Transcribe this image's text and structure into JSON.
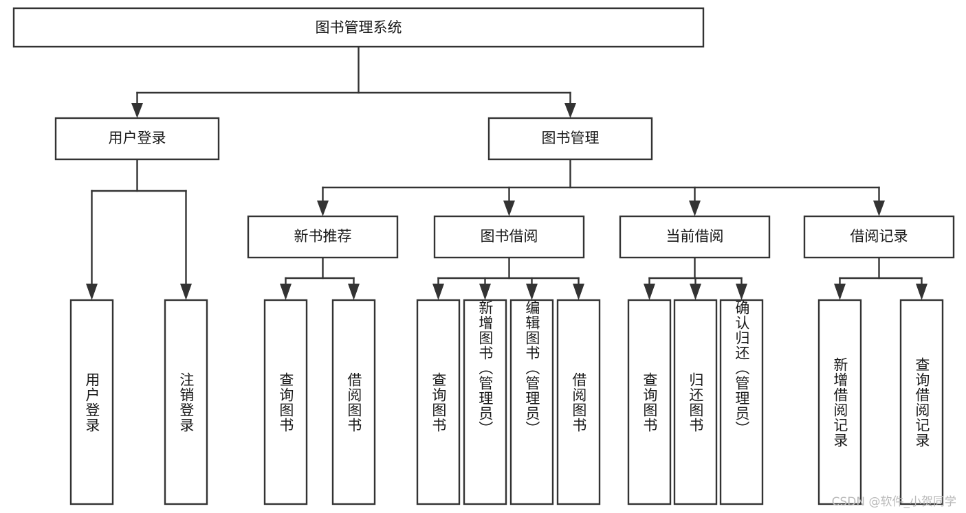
{
  "diagram": {
    "title": "图书管理系统",
    "type": "tree",
    "root": {
      "id": "root",
      "label": "图书管理系统",
      "orientation": "horizontal"
    },
    "level2": [
      {
        "id": "user-login",
        "label": "用户登录",
        "orientation": "horizontal"
      },
      {
        "id": "book-manage",
        "label": "图书管理",
        "orientation": "horizontal"
      }
    ],
    "level3": [
      {
        "id": "new-book-recommend",
        "label": "新书推荐",
        "orientation": "horizontal",
        "parent": "book-manage"
      },
      {
        "id": "book-borrow",
        "label": "图书借阅",
        "orientation": "horizontal",
        "parent": "book-manage"
      },
      {
        "id": "current-borrow",
        "label": "当前借阅",
        "orientation": "horizontal",
        "parent": "book-manage"
      },
      {
        "id": "borrow-record",
        "label": "借阅记录",
        "orientation": "horizontal",
        "parent": "book-manage"
      }
    ],
    "leaves": {
      "user_login": [
        {
          "id": "leaf-user-login",
          "label": "用户登录",
          "orientation": "vertical"
        },
        {
          "id": "leaf-user-logout",
          "label": "注销登录",
          "orientation": "vertical"
        }
      ],
      "new_book_recommend": [
        {
          "id": "leaf-query-book-1",
          "label": "查询图书",
          "orientation": "vertical"
        },
        {
          "id": "leaf-borrow-book-1",
          "label": "借阅图书",
          "orientation": "vertical"
        }
      ],
      "book_borrow": [
        {
          "id": "leaf-query-book-2",
          "label": "查询图书",
          "orientation": "vertical"
        },
        {
          "id": "leaf-add-book",
          "label": "新增图书（管理员）",
          "orientation": "vertical"
        },
        {
          "id": "leaf-edit-book",
          "label": "编辑图书（管理员）",
          "orientation": "vertical"
        },
        {
          "id": "leaf-borrow-book-2",
          "label": "借阅图书",
          "orientation": "vertical"
        }
      ],
      "current_borrow": [
        {
          "id": "leaf-query-book-3",
          "label": "查询图书",
          "orientation": "vertical"
        },
        {
          "id": "leaf-return-book",
          "label": "归还图书",
          "orientation": "vertical"
        },
        {
          "id": "leaf-confirm-return",
          "label": "确认归还（管理员）",
          "orientation": "vertical"
        }
      ],
      "borrow_record": [
        {
          "id": "leaf-add-record",
          "label": "新增借阅记录",
          "orientation": "vertical"
        },
        {
          "id": "leaf-query-record",
          "label": "查询借阅记录",
          "orientation": "vertical"
        }
      ]
    },
    "colors": {
      "box_fill": "#ffffff",
      "box_stroke": "#333333",
      "text": "#1a1a1a",
      "background": "#ffffff",
      "watermark": "#b9b9b9"
    }
  },
  "watermark": {
    "text": "CSDN @软件_小贺同学"
  }
}
